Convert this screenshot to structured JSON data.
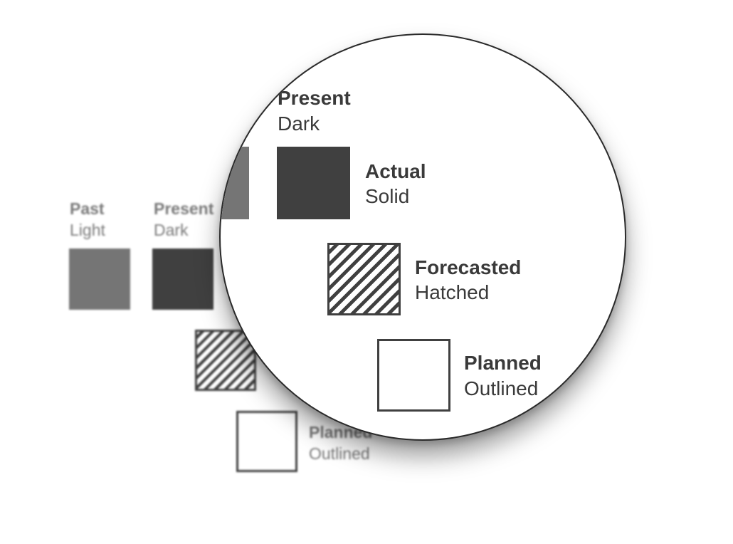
{
  "colors": {
    "light": "#757575",
    "dark": "#404040",
    "text_light": "#7a7a7a",
    "text_dark": "#3a3a3a"
  },
  "legend": {
    "past": {
      "title": "Past",
      "subtitle": "Light"
    },
    "present": {
      "title": "Present",
      "subtitle": "Dark"
    },
    "actual": {
      "title": "Actual",
      "subtitle": "Solid"
    },
    "forecasted": {
      "title": "Forecasted",
      "subtitle": "Hatched"
    },
    "planned": {
      "title": "Planned",
      "subtitle": "Outlined"
    }
  }
}
